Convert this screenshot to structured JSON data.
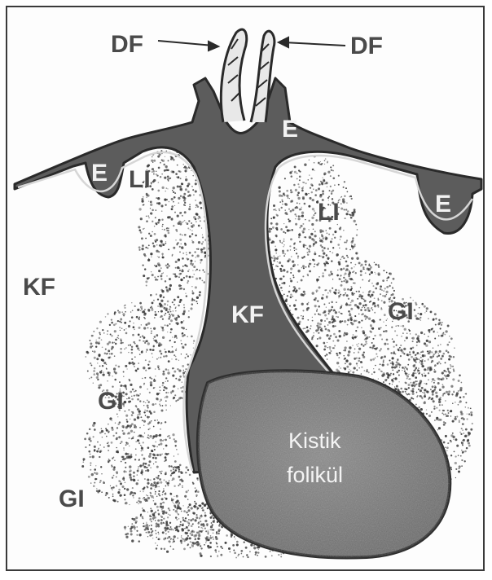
{
  "labels": {
    "df_left": "DF",
    "df_right": "DF",
    "e_top": "E",
    "e_left": "E",
    "e_right": "E",
    "li_left": "LI",
    "li_right": "LI",
    "kf_left": "KF",
    "kf_center": "KF",
    "gi_right": "GI",
    "gi_left_mid": "GI",
    "gi_left_low": "GI",
    "cyst_line1": "Kistik",
    "cyst_line2": "folikül"
  },
  "colors": {
    "epithelium": "#5c5c5c",
    "epithelium_border": "#2a2a2a",
    "cyst": "#7c7c7c",
    "inflammatory_cells": "#3a3a3a",
    "label_text": "#4a4a4a"
  }
}
